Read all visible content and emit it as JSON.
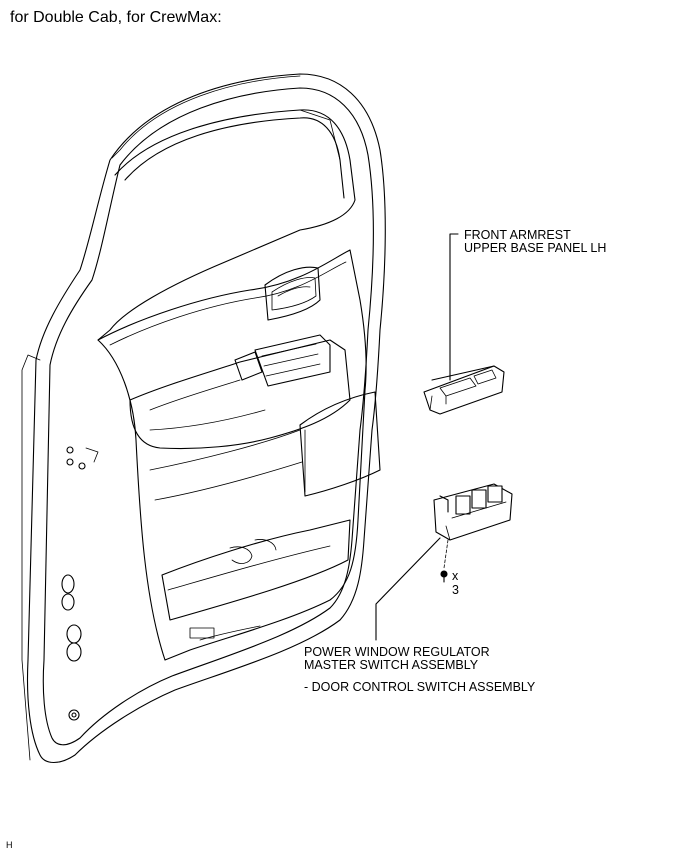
{
  "heading": "for Double Cab, for CrewMax:",
  "callouts": {
    "armrest_line1": "FRONT ARMREST",
    "armrest_line2": "UPPER BASE PANEL LH",
    "switch_line1": "POWER WINDOW REGULATOR",
    "switch_line2": "MASTER SWITCH ASSEMBLY",
    "switch_line3": "- DOOR CONTROL  SWITCH ASSEMBLY",
    "screw_times": "x",
    "screw_count": "3"
  },
  "corner_mark": "H"
}
